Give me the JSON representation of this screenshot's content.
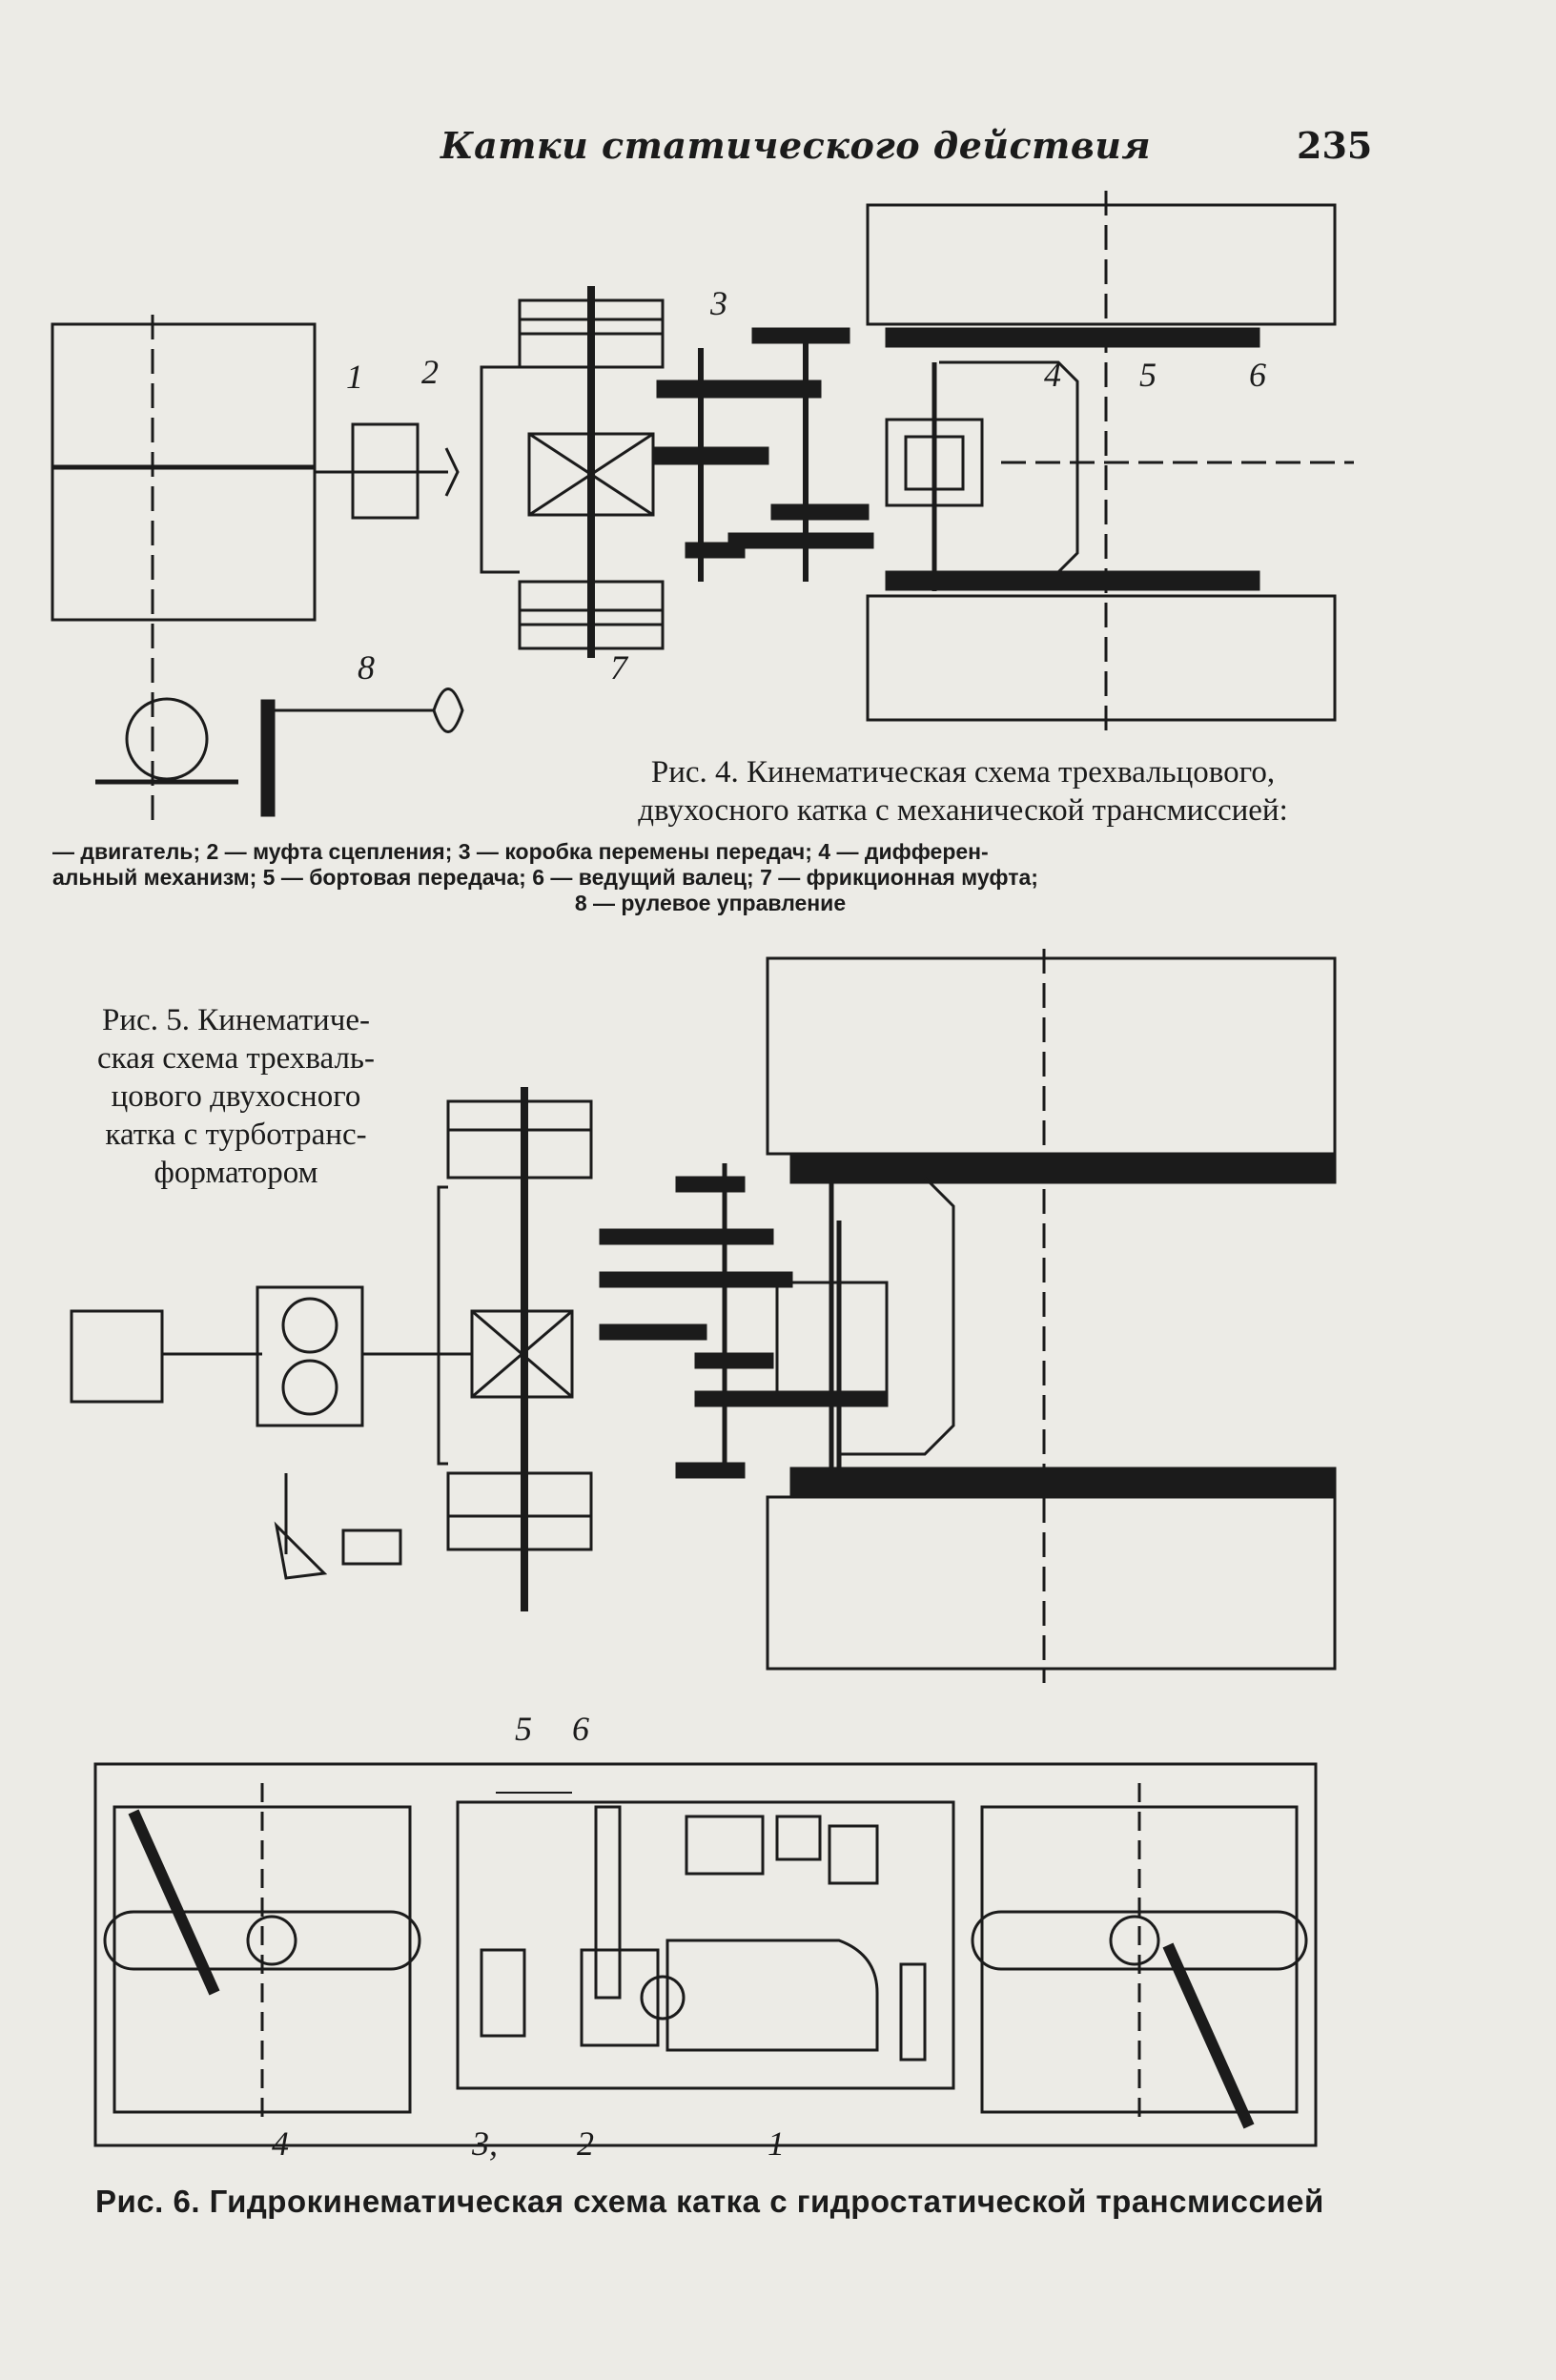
{
  "header": {
    "running_title": "Катки статического действия",
    "page_number": "235"
  },
  "figure4": {
    "caption_line1": "Рис. 4. Кинематическая схема трехвальцового,",
    "caption_line2": "двухосного катка с механической трансмиссией:",
    "legend_line1": "— двигатель; 2 — муфта сцепления; 3 — коробка перемены передач; 4 — дифферен-",
    "legend_line2": "альный механизм; 5 — бортовая передача; 6 — ведущий валец; 7 — фрикционная муфта;",
    "legend_line3": "8 — рулевое управление",
    "labels": {
      "l1": "1",
      "l2": "2",
      "l3": "3",
      "l4": "4",
      "l5": "5",
      "l6": "6",
      "l7": "7",
      "l8": "8"
    }
  },
  "figure5": {
    "caption_lines": [
      "Рис. 5. Кинематиче-",
      "ская схема трехваль-",
      "цового двухосного",
      "катка с турботранс-",
      "форматором"
    ]
  },
  "figure6": {
    "caption": "Рис. 6. Гидрокинематическая схема катка с гидростатической трансмиссией",
    "labels": {
      "l1": "1",
      "l2": "2",
      "l3": "3,",
      "l4": "4",
      "l5": "5",
      "l6": "6"
    }
  },
  "colors": {
    "ink": "#1b1b1b",
    "paper": "#ecebe6"
  }
}
